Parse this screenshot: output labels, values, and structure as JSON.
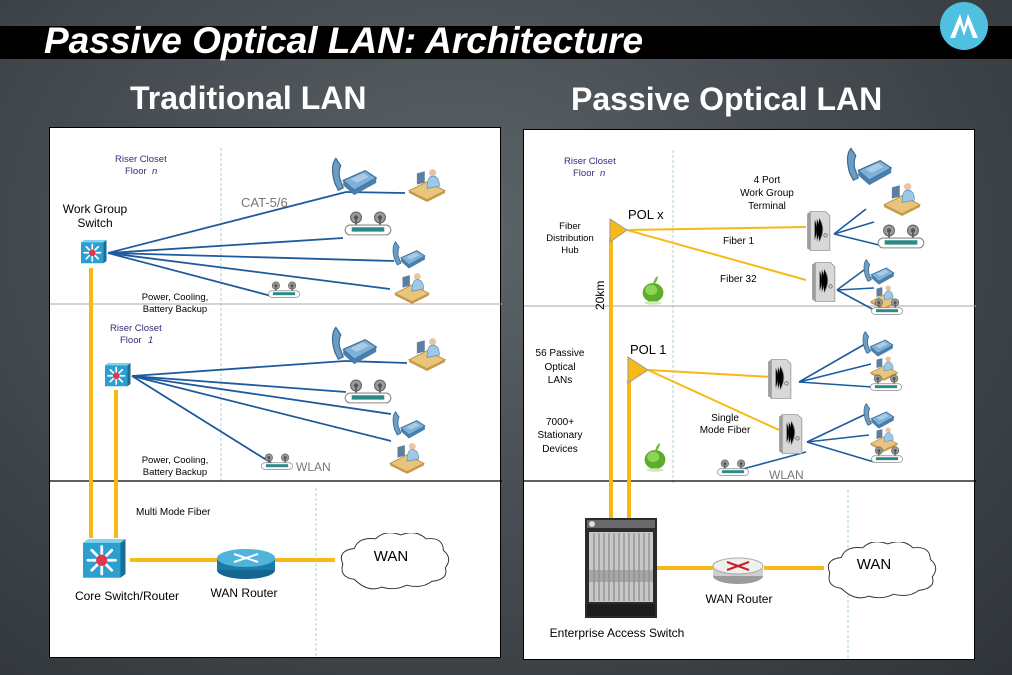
{
  "slide": {
    "title": "Passive Optical LAN:  Architecture",
    "logo": "motorola-logo-icon",
    "colors": {
      "fiber": "#f7b915",
      "copper": "#1d5a9e",
      "title_bar": "#000000",
      "logo": "#4fc0df",
      "riser_text": "#2e2e7a"
    }
  },
  "traditional": {
    "heading": "Traditional LAN",
    "floor_n": {
      "riser_line1": "Riser Closet",
      "riser_line2": "Floor",
      "riser_floor": "n",
      "switch_line1": "Work Group",
      "switch_line2": "Switch",
      "cable": "CAT-5/6",
      "power_line1": "Power, Cooling,",
      "power_line2": "Battery Backup"
    },
    "floor_1": {
      "riser_line1": "Riser Closet",
      "riser_line2": "Floor",
      "riser_floor": "1",
      "power_line1": "Power, Cooling,",
      "power_line2": "Battery Backup",
      "wlan": "WLAN"
    },
    "core": {
      "fiber": "Multi Mode Fiber",
      "core_switch": "Core Switch/Router",
      "wan_router": "WAN Router",
      "wan": "WAN"
    }
  },
  "pol": {
    "heading": "Passive Optical LAN",
    "floor_n": {
      "riser_line1": "Riser Closet",
      "riser_line2": "Floor",
      "riser_floor": "n",
      "hub_line1": "Fiber",
      "hub_line2": "Distribution",
      "hub_line3": "Hub",
      "pol": "POL x",
      "terminal_line1": "4 Port",
      "terminal_line2": "Work Group",
      "terminal_line3": "Terminal",
      "fiber1": "Fiber 1",
      "fiber32": "Fiber  32",
      "distance": "20km"
    },
    "floor_1": {
      "pol": "POL 1",
      "lans_line1": "56 Passive",
      "lans_line2": "Optical",
      "lans_line3": "LANs",
      "devices_line1": "7000+",
      "devices_line2": "Stationary",
      "devices_line3": "Devices",
      "smf_line1": "Single",
      "smf_line2": "Mode Fiber",
      "wlan": "WLAN"
    },
    "core": {
      "access_switch": "Enterprise Access Switch",
      "wan_router": "WAN Router",
      "wan": "WAN"
    }
  }
}
